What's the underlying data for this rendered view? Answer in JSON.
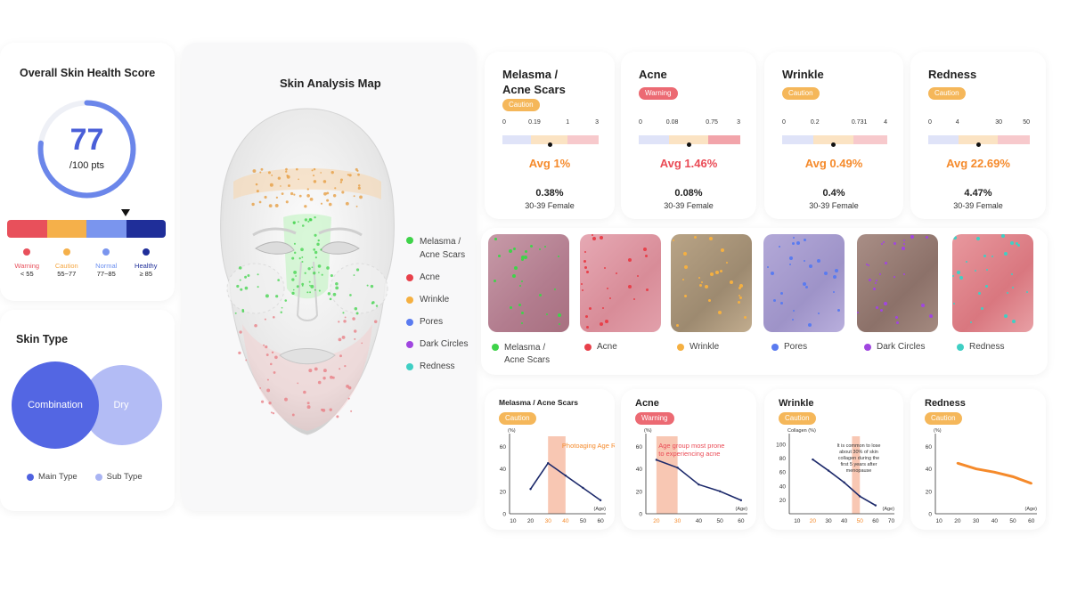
{
  "score_card": {
    "title": "Overall Skin Health Score",
    "score": "77",
    "unit": "/100 pts",
    "score_value": 77,
    "levels": [
      {
        "name": "Warning",
        "range": "< 55",
        "color": "#e8505b"
      },
      {
        "name": "Caution",
        "range": "55~77",
        "color": "#f5a742"
      },
      {
        "name": "Normal",
        "range": "77~85",
        "color": "#6b8ff0"
      },
      {
        "name": "Healthy",
        "range": "≥ 85",
        "color": "#1f2e99"
      }
    ]
  },
  "skin_type": {
    "title": "Skin Type",
    "main": "Combination",
    "sub": "Dry",
    "legend_main": "Main Type",
    "legend_sub": "Sub Type",
    "main_color": "#4f62e0",
    "sub_color": "#a9b4f3"
  },
  "map": {
    "title": "Skin Analysis Map",
    "legend": [
      {
        "label": "Melasma /",
        "label2": "Acne Scars",
        "color": "#3fd34a"
      },
      {
        "label": "Acne",
        "color": "#e8404a"
      },
      {
        "label": "Wrinkle",
        "color": "#f5b041"
      },
      {
        "label": "Pores",
        "color": "#5a7bf0"
      },
      {
        "label": "Dark Circles",
        "color": "#a046e0"
      },
      {
        "label": "Redness",
        "color": "#3fcfc4"
      }
    ]
  },
  "metrics": [
    {
      "title": "Melasma /",
      "title2": "Acne Scars",
      "badge": "Caution",
      "badge_color": "#f5b75a",
      "ticks": [
        "0",
        "0.19",
        "1",
        "3"
      ],
      "avg": "Avg 1%",
      "avg_color": "#f58a2b",
      "pct": "0.38%",
      "group": "30-39 Female",
      "marker_fraction": 0.47
    },
    {
      "title": "Acne",
      "title2": "",
      "badge": "Warning",
      "badge_color": "#ec6a73",
      "ticks": [
        "0",
        "0.08",
        "0.75",
        "3"
      ],
      "avg": "Avg 1.46%",
      "avg_color": "#ea4a55",
      "pct": "0.08%",
      "group": "30-39 Female",
      "marker_fraction": 0.47
    },
    {
      "title": "Wrinkle",
      "title2": "",
      "badge": "Caution",
      "badge_color": "#f5b75a",
      "ticks": [
        "0",
        "0.2",
        "0.731",
        "4"
      ],
      "avg": "Avg 0.49%",
      "avg_color": "#f58a2b",
      "pct": "0.4%",
      "group": "30-39 Female",
      "marker_fraction": 0.47
    },
    {
      "title": "Redness",
      "title2": "",
      "badge": "Caution",
      "badge_color": "#f5b75a",
      "ticks": [
        "0",
        "4",
        "30",
        "50"
      ],
      "avg": "Avg 22.69%",
      "avg_color": "#f58a2b",
      "pct": "4.47%",
      "group": "30-39 Female",
      "marker_fraction": 0.47
    }
  ],
  "textures": {
    "legend": [
      {
        "label": "Melasma /",
        "label2": "Acne Scars",
        "color": "#3fd34a"
      },
      {
        "label": "Acne",
        "color": "#e8404a"
      },
      {
        "label": "Wrinkle",
        "color": "#f5b041"
      },
      {
        "label": "Pores",
        "color": "#5a7bf0"
      },
      {
        "label": "Dark Circles",
        "color": "#a046e0"
      },
      {
        "label": "Redness",
        "color": "#3fcfc4"
      }
    ]
  },
  "age_charts": [
    {
      "title": "Melasma / Acne Scars",
      "badge": "Caution",
      "badge_color": "#f5b75a",
      "annotation": "Photoaging Age Range",
      "annotation_color": "#f58a2b",
      "yunit": "(%)",
      "xunit": "(Age)",
      "yticks": [
        0,
        20,
        40,
        60
      ],
      "xticks": [
        10,
        20,
        30,
        40,
        50,
        60
      ],
      "highlight_ticks": [
        30,
        40
      ],
      "highlight_range": [
        30,
        40
      ],
      "ylim": [
        0,
        65
      ],
      "xlim": [
        8,
        63
      ],
      "line": [
        [
          20,
          22
        ],
        [
          30,
          45
        ],
        [
          40,
          34
        ],
        [
          50,
          23
        ],
        [
          60,
          12
        ]
      ]
    },
    {
      "title": "Acne",
      "badge": "Warning",
      "badge_color": "#ec6a73",
      "annotation": "Age group most prone to experiencing acne",
      "annotation_color": "#ea4a55",
      "yunit": "(%)",
      "xunit": "(Age)",
      "yticks": [
        0,
        20,
        40,
        60
      ],
      "xticks": [
        20,
        30,
        40,
        50,
        60
      ],
      "highlight_ticks": [
        20,
        30
      ],
      "highlight_range": [
        20,
        30
      ],
      "ylim": [
        0,
        65
      ],
      "xlim": [
        15,
        63
      ],
      "line": [
        [
          20,
          48
        ],
        [
          30,
          41
        ],
        [
          40,
          26
        ],
        [
          50,
          20
        ],
        [
          60,
          12
        ]
      ]
    },
    {
      "title": "Wrinkle",
      "badge": "Caution",
      "badge_color": "#f5b75a",
      "annotation": "It is common to lose about 30% of skin collagen during the first 5 years after menopause",
      "annotation_color": "#333333",
      "yunit": "Collagen (%)",
      "xunit": "(Age)",
      "yticks": [
        20,
        40,
        60,
        80,
        100
      ],
      "xticks": [
        10,
        20,
        30,
        40,
        50,
        60,
        70
      ],
      "highlight_ticks": [
        20,
        50
      ],
      "highlight_range": [
        45,
        50
      ],
      "ylim": [
        0,
        105
      ],
      "xlim": [
        5,
        72
      ],
      "line": [
        [
          20,
          78
        ],
        [
          30,
          62
        ],
        [
          40,
          45
        ],
        [
          50,
          25
        ],
        [
          60,
          12
        ]
      ]
    },
    {
      "title": "Redness",
      "badge": "Caution",
      "badge_color": "#f5b75a",
      "annotation": "",
      "annotation_color": "#f58a2b",
      "yunit": "(%)",
      "xunit": "(Age)",
      "yticks": [
        0,
        20,
        40,
        60
      ],
      "xticks": [
        10,
        20,
        30,
        40,
        50,
        60
      ],
      "highlight_ticks": [],
      "highlight_range": [],
      "ylim": [
        0,
        65
      ],
      "xlim": [
        8,
        63
      ],
      "line": [
        [
          20,
          45
        ],
        [
          30,
          40
        ],
        [
          40,
          37
        ],
        [
          50,
          33
        ],
        [
          60,
          27
        ]
      ]
    }
  ]
}
